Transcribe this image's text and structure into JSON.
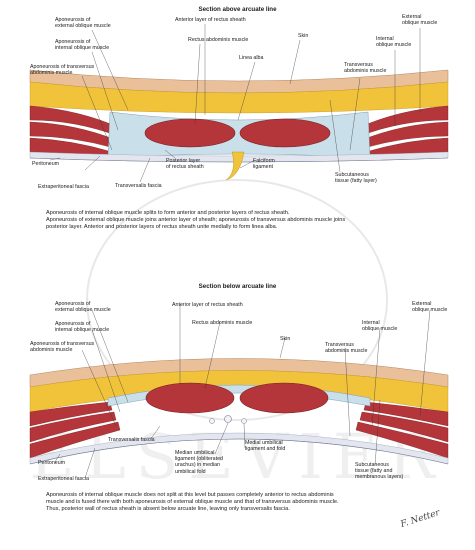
{
  "top": {
    "title": "Section above arcuate line",
    "labels": {
      "aponeurosis_external_oblique": "Aponeurosis of\nexternal oblique muscle",
      "aponeurosis_internal_oblique": "Aponeurosis of\ninternal oblique muscle",
      "aponeurosis_transversus": "Aponeurosis of transversus\nabdominis muscle",
      "anterior_layer": "Anterior layer of rectus sheath",
      "rectus_abdominis": "Rectus abdominis muscle",
      "skin": "Skin",
      "linea_alba": "Linea alba",
      "external_oblique": "External\noblique muscle",
      "internal_oblique": "Internal\noblique muscle",
      "transversus_abdominis": "Transversus\nabdominis muscle",
      "peritoneum": "Peritoneum",
      "extraperitoneal_fascia": "Extraperitoneal fascia",
      "transversalis_fascia": "Transversalis fascia",
      "posterior_layer": "Posterior layer\nof rectus sheath",
      "falciform_ligament": "Falciform\nligament",
      "subcutaneous": "Subcutaneous\ntissue (fatty layer)"
    },
    "caption": [
      "Aponeurosis of internal oblique muscle splits to form anterior and posterior layers of rectus sheath.",
      "Aponeurosis of external oblique muscle joins anterior layer of sheath; aponeurosis of transversus abdominis muscle joins",
      "posterior layer. Anterior and posterior layers of rectus sheath unite medially to form linea alba."
    ]
  },
  "bottom": {
    "title": "Section below arcuate line",
    "labels": {
      "aponeurosis_external_oblique": "Aponeurosis of\nexternal oblique muscle",
      "aponeurosis_internal_oblique": "Aponeurosis of\ninternal oblique muscle",
      "aponeurosis_transversus": "Aponeurosis of transversus\nabdominis muscle",
      "anterior_layer": "Anterior layer of rectus sheath",
      "rectus_abdominis": "Rectus abdominis muscle",
      "skin": "Skin",
      "external_oblique": "External\noblique muscle",
      "internal_oblique": "Internal\noblique muscle",
      "transversus_abdominis": "Transversus\nabdominis muscle",
      "peritoneum": "Peritoneum",
      "extraperitoneal_fascia": "Extraperitoneal fascia",
      "transversalis_fascia": "Transversalis fascia",
      "medial_umbilical": "Medial umbilical\nligament and fold",
      "median_umbilical": "Median umbilical\nligament (obliterated\nurachus) in median\numbilical fold",
      "subcutaneous": "Subcutaneous\ntissue (fatty and\nmembranous layers)"
    },
    "caption": [
      "Aponeurosis of internal oblique muscle does not split at this level but passes completely anterior to rectus abdominis",
      "muscle and is fused there with both aponeurosis of external oblique muscle and that of transversus abdominis muscle.",
      "Thus, posterior wall of rectus sheath is absent below arcuate line, leaving only transversalis fascia."
    ]
  },
  "watermark": "ELSEVIER",
  "signature": "F. Netter",
  "colors": {
    "skin": "#e9c09a",
    "fat": "#f1c33a",
    "muscle": "#b5363a",
    "aponeurosis": "#c9dfea",
    "fascia": "#e3e6ef"
  }
}
